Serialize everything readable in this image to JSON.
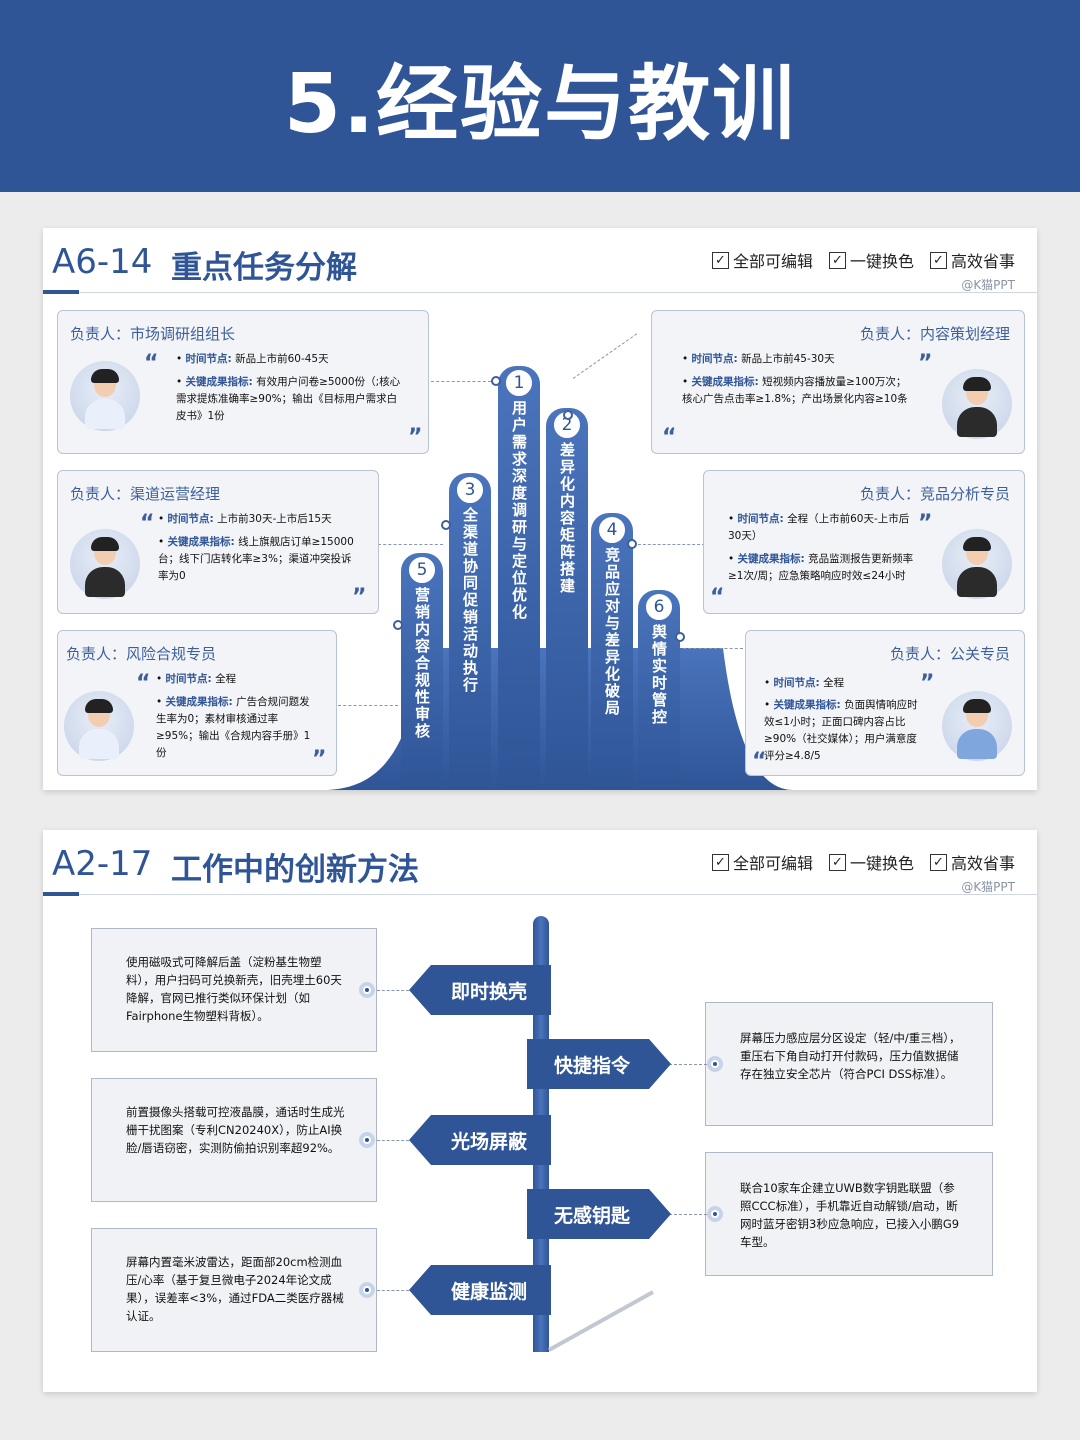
{
  "banner_title": "5.经验与教训",
  "features": [
    "全部可编辑",
    "一键换色",
    "高效省事"
  ],
  "brand": "@K猫PPT",
  "slide1": {
    "code": "A6-14",
    "title": "重点任务分解",
    "pillars": [
      {
        "num": "1",
        "text": "用户需求深度调研与定位优化"
      },
      {
        "num": "2",
        "text": "差异化内容矩阵搭建"
      },
      {
        "num": "3",
        "text": "全渠道协同促销活动执行"
      },
      {
        "num": "4",
        "text": "竞品应对与差异化破局"
      },
      {
        "num": "5",
        "text": "营销内容合规性审核"
      },
      {
        "num": "6",
        "text": "舆情实时管控"
      }
    ],
    "cards": [
      {
        "role": "负责人：市场调研组组长",
        "time_label": "时间节点:",
        "time": "新品上市前60-45天",
        "kpi_label": "关键成果指标:",
        "kpi": "有效用户问卷≥5000份（;核心需求提炼准确率≥90%；输出《目标用户需求白皮书》1份"
      },
      {
        "role": "负责人：内容策划经理",
        "time_label": "时间节点:",
        "time": "新品上市前45-30天",
        "kpi_label": "关键成果指标:",
        "kpi": "短视频内容播放量≥100万次；核心广告点击率≥1.8%；产出场景化内容≥10条"
      },
      {
        "role": "负责人：渠道运营经理",
        "time_label": "时间节点:",
        "time": "上市前30天-上市后15天",
        "kpi_label": "关键成果指标:",
        "kpi": "线上旗舰店订单≥15000台；线下门店转化率≥3%；渠道冲突投诉率为0"
      },
      {
        "role": "负责人：竞品分析专员",
        "time_label": "时间节点:",
        "time": "全程（上市前60天-上市后30天）",
        "kpi_label": "关键成果指标:",
        "kpi": "竞品监测报告更新频率≥1次/周；应急策略响应时效≤24小时"
      },
      {
        "role": "负责人：风险合规专员",
        "time_label": "时间节点:",
        "time": "全程",
        "kpi_label": "关键成果指标:",
        "kpi": "广告合规问题发生率为0；素材审核通过率≥95%；输出《合规内容手册》1份"
      },
      {
        "role": "负责人：公关专员",
        "time_label": "时间节点:",
        "time": "全程",
        "kpi_label": "关键成果指标:",
        "kpi": "负面舆情响应时效≤1小时；正面口碑内容占比≥90%（社交媒体）；用户满意度评分≥4.8/5"
      }
    ]
  },
  "slide2": {
    "code": "A2-17",
    "title": "工作中的创新方法",
    "items": [
      {
        "label": "即时换壳",
        "text": "使用磁吸式可降解后盖（淀粉基生物塑料），用户扫码可兑换新壳，旧壳埋土60天降解，官网已推行类似环保计划（如Fairphone生物塑料背板）。"
      },
      {
        "label": "快捷指令",
        "text": "屏幕压力感应层分区设定（轻/中/重三档），重压右下角自动打开付款码，压力值数据储存在独立安全芯片（符合PCI DSS标准）。"
      },
      {
        "label": "光场屏蔽",
        "text": "前置摄像头搭载可控液晶膜，通话时生成光栅干扰图案（专利CN20240X），防止AI换脸/唇语窃密，实测防偷拍识别率超92%。"
      },
      {
        "label": "无感钥匙",
        "text": "联合10家车企建立UWB数字钥匙联盟（参照CCC标准），手机靠近自动解锁/启动，断网时蓝牙密钥3秒应急响应，已接入小鹏G9车型。"
      },
      {
        "label": "健康监测",
        "text": "屏幕内置毫米波雷达，距面部20cm检测血压/心率（基于复旦微电子2024年论文成果），误差率<3%，通过FDA二类医疗器械认证。"
      }
    ]
  }
}
